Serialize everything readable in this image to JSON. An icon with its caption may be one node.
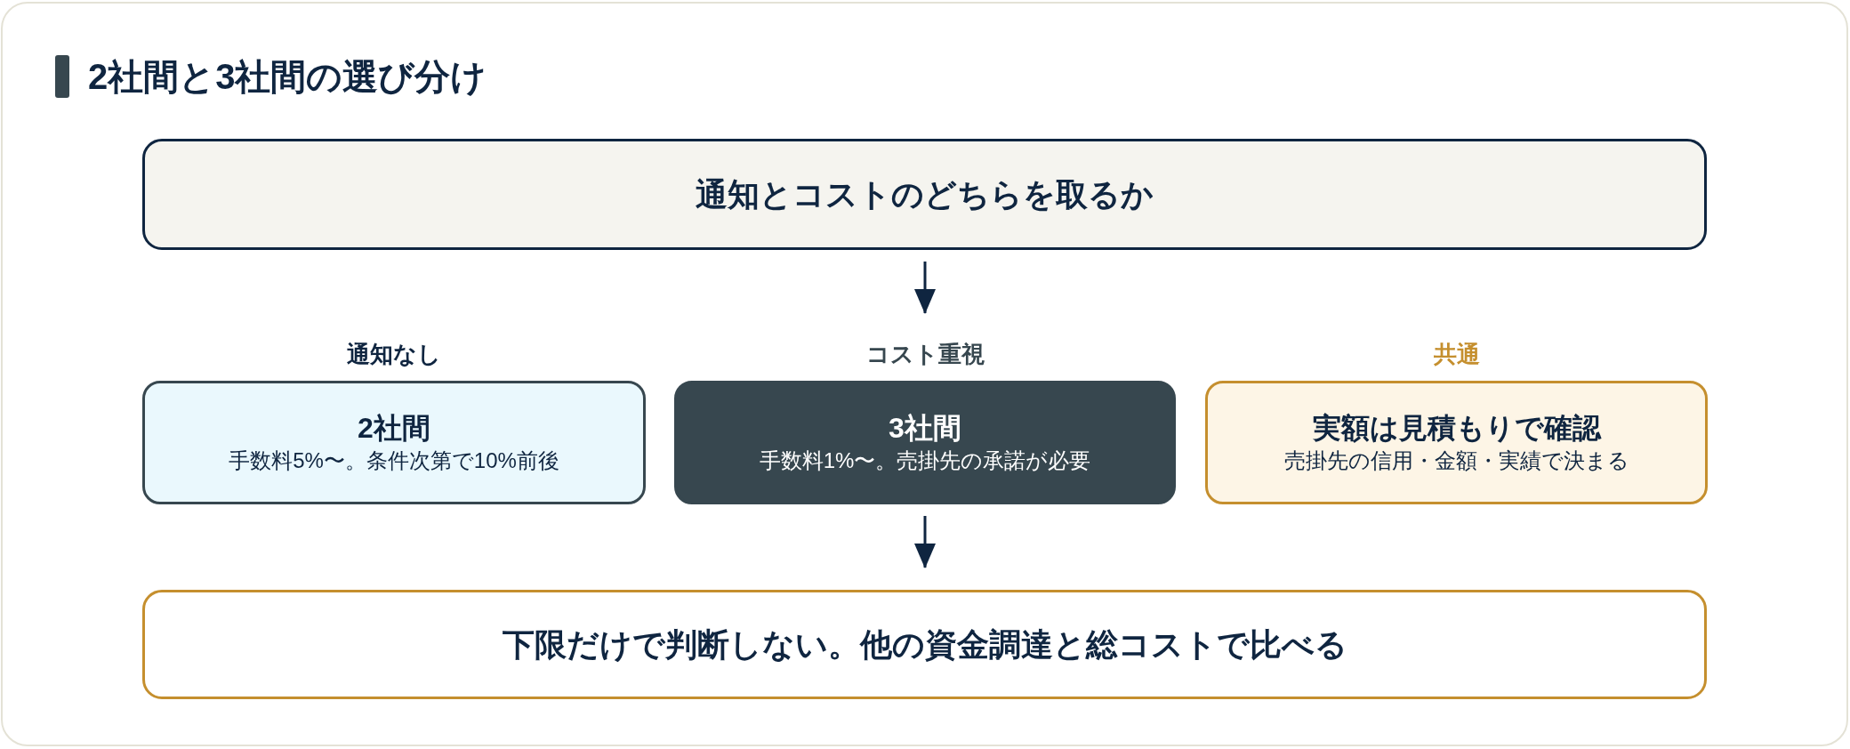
{
  "diagram": {
    "title": "2社間と3社間の選び分け",
    "nodes": [
      {
        "text": [
          "通知とコストのどちらを取るか"
        ]
      },
      {
        "text": [
          "通知なし",
          "2社間",
          "手数料5%〜。条件次第で10%前後"
        ]
      },
      {
        "text": [
          "コスト重視",
          "3社間",
          "手数料1%〜。売掛先の承諾が必要"
        ]
      },
      {
        "text": [
          "共通",
          "実額は見積もりで確認",
          "売掛先の信用・金額・実績で決まる"
        ]
      },
      {
        "text": [
          "下限だけで判断しない。他の資金調達と総コストで比べる"
        ]
      }
    ],
    "edges": [
      {
        "from": 0,
        "to": 2,
        "arrow": "to"
      },
      {
        "from": 2,
        "to": 4,
        "arrow": "to"
      }
    ]
  }
}
